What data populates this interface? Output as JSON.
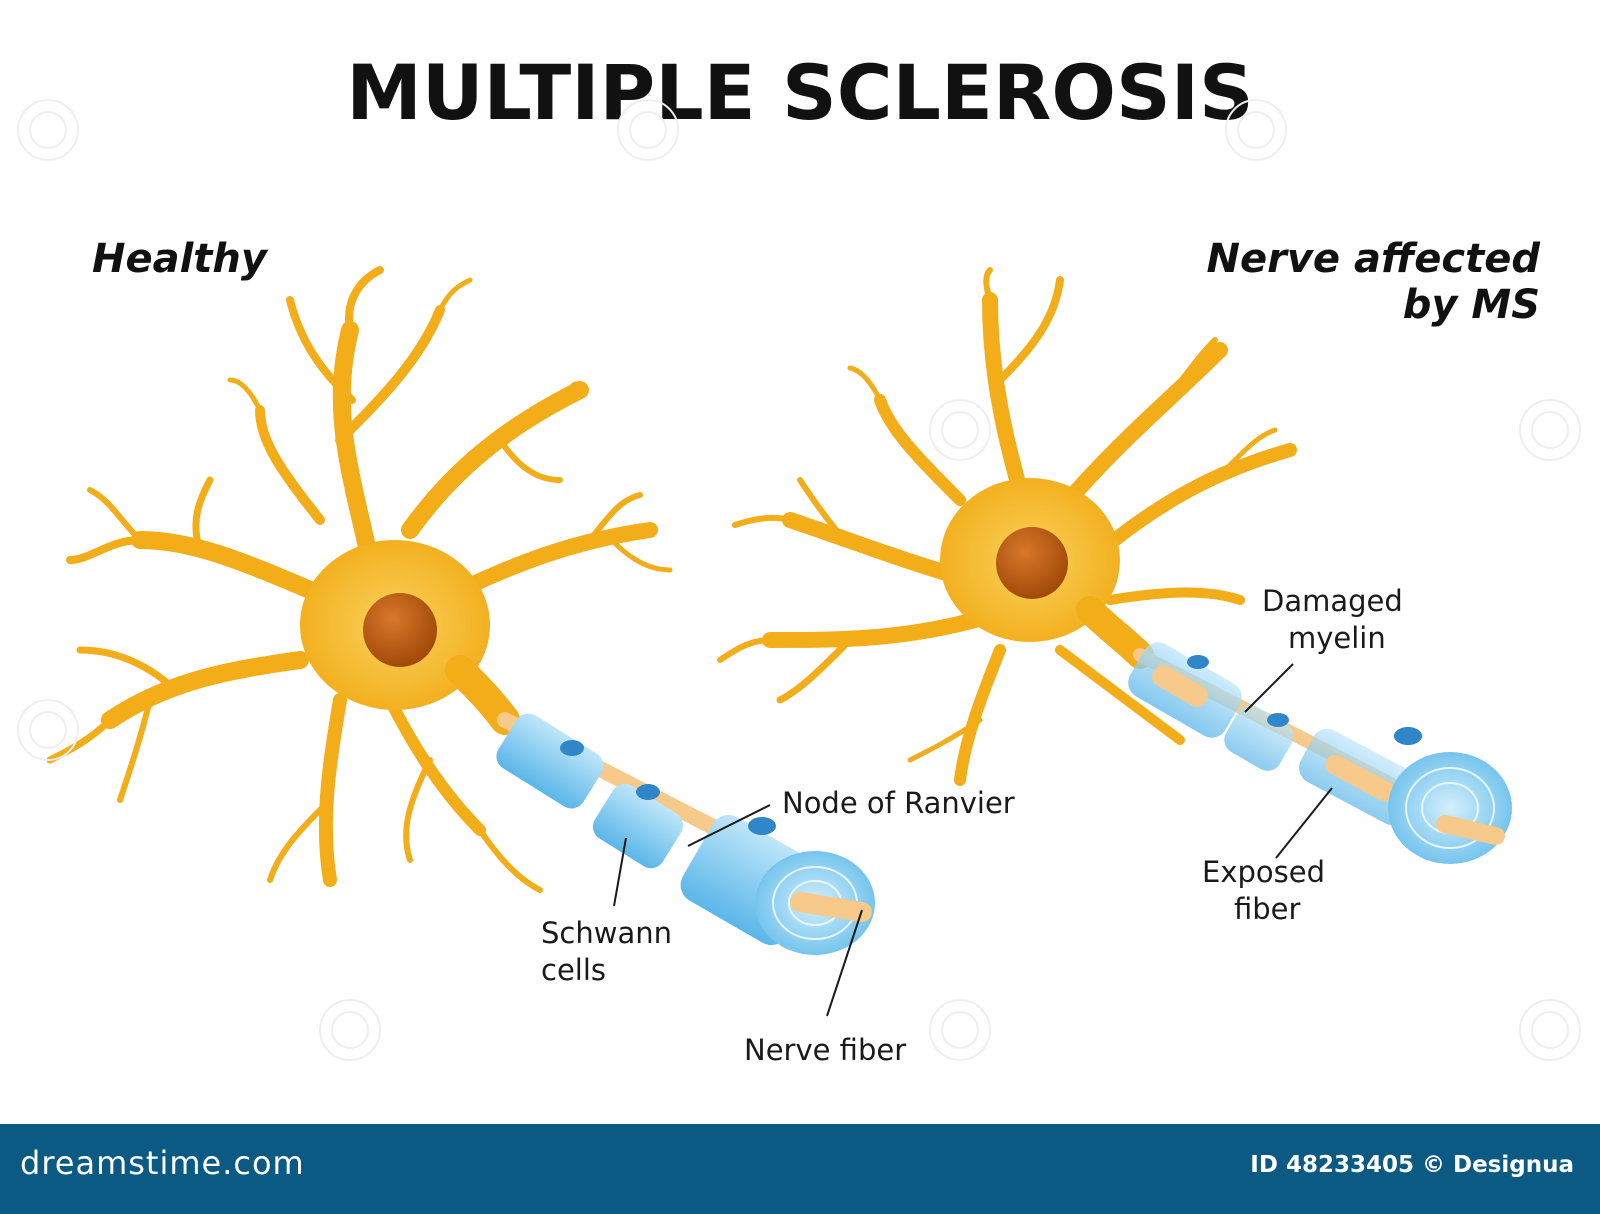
{
  "title": "MULTIPLE SCLEROSIS",
  "panels": {
    "healthy": {
      "label": "Healthy"
    },
    "affected": {
      "label_line1": "Nerve affected",
      "label_line2": "by MS"
    }
  },
  "callouts": {
    "node_of_ranvier": "Node of Ranvier",
    "schwann_line1": "Schwann",
    "schwann_line2": "cells",
    "nerve_fiber": "Nerve fiber",
    "damaged_line1": "Damaged",
    "damaged_line2": "myelin",
    "exposed_line1": "Exposed",
    "exposed_line2": "fiber"
  },
  "footer": {
    "brand": "dreamstime.com",
    "credit": "ID 48233405 © Designua"
  },
  "colors": {
    "neuron": "#f2ad19",
    "neuron_light": "#f8c94a",
    "nucleus": "#b8560e",
    "myelin": "#6ec3ee",
    "myelin_light": "#a9ddf7",
    "schwann_nucleus": "#2f86c9",
    "axon": "#f7c98a",
    "footer": "#0a5a83"
  },
  "icons": [
    "dreamstime-watermark-icon"
  ]
}
